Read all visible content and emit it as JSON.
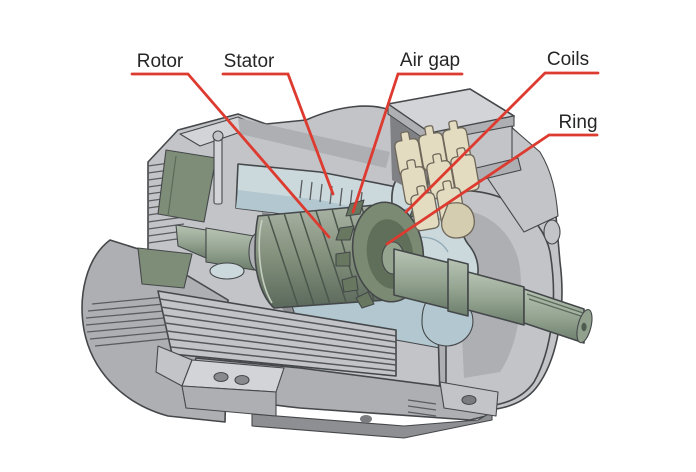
{
  "figure": {
    "type": "labeled-cutaway-diagram",
    "subject": "Cutaway illustration of an electric induction motor",
    "background": "#ffffff"
  },
  "palette": {
    "housing": "#c3c4c8",
    "housing_light": "#d3d4d7",
    "housing_shade": "#aeafb3",
    "housing_dark": "#8e8f93",
    "cavity": "#8e8f93",
    "blue_light": "#cbd9dd",
    "blue": "#b2c7cf",
    "blue_dark": "#8fa9b4",
    "ring": "#7b8a72",
    "ring_dark": "#606f59",
    "hub": "#95a48e",
    "tan": "#e3dcc1",
    "tan_shade": "#c8c1a3",
    "tan_dark": "#6e675a",
    "outline": "#45484a",
    "red": "#dd3a30",
    "text": "#262626"
  },
  "labels": [
    {
      "id": "rotor",
      "text": "Rotor"
    },
    {
      "id": "stator",
      "text": "Stator"
    },
    {
      "id": "air-gap",
      "text": "Air gap"
    },
    {
      "id": "coils",
      "text": "Coils"
    },
    {
      "id": "ring",
      "text": "Ring"
    }
  ]
}
